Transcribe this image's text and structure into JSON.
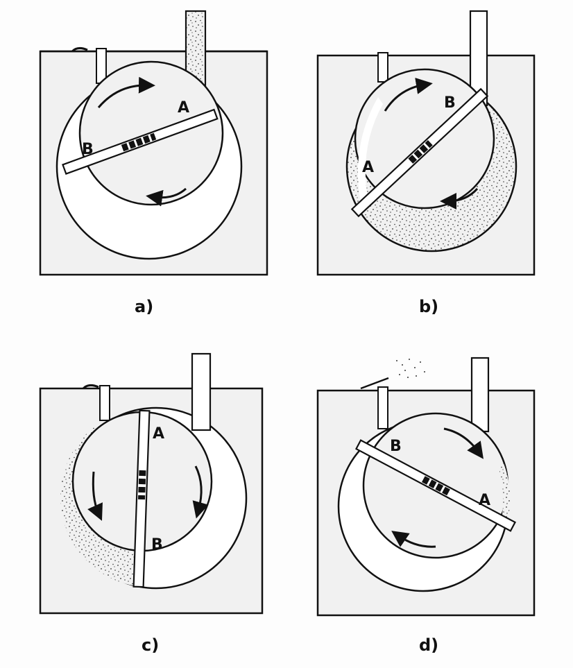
{
  "colors": {
    "housing": "#f1f1f1",
    "stroke": "#111111",
    "stipple": "#333333",
    "background": "#fdfdfd"
  },
  "panels": [
    {
      "id": "a",
      "label": "a)",
      "vane_end_1": "A",
      "vane_end_2": "B",
      "filled_region": "inlet-pipe",
      "rotation": "clockwise"
    },
    {
      "id": "b",
      "label": "b)",
      "vane_end_1": "B",
      "vane_end_2": "A",
      "filled_region": "lower-crescent",
      "rotation": "clockwise"
    },
    {
      "id": "c",
      "label": "c)",
      "vane_end_1": "A",
      "vane_end_2": "B",
      "filled_region": "left-crescent",
      "rotation": "clockwise"
    },
    {
      "id": "d",
      "label": "d)",
      "vane_end_1": "B",
      "vane_end_2": "A",
      "filled_region": "exhaust-valve",
      "rotation": "clockwise"
    }
  ]
}
